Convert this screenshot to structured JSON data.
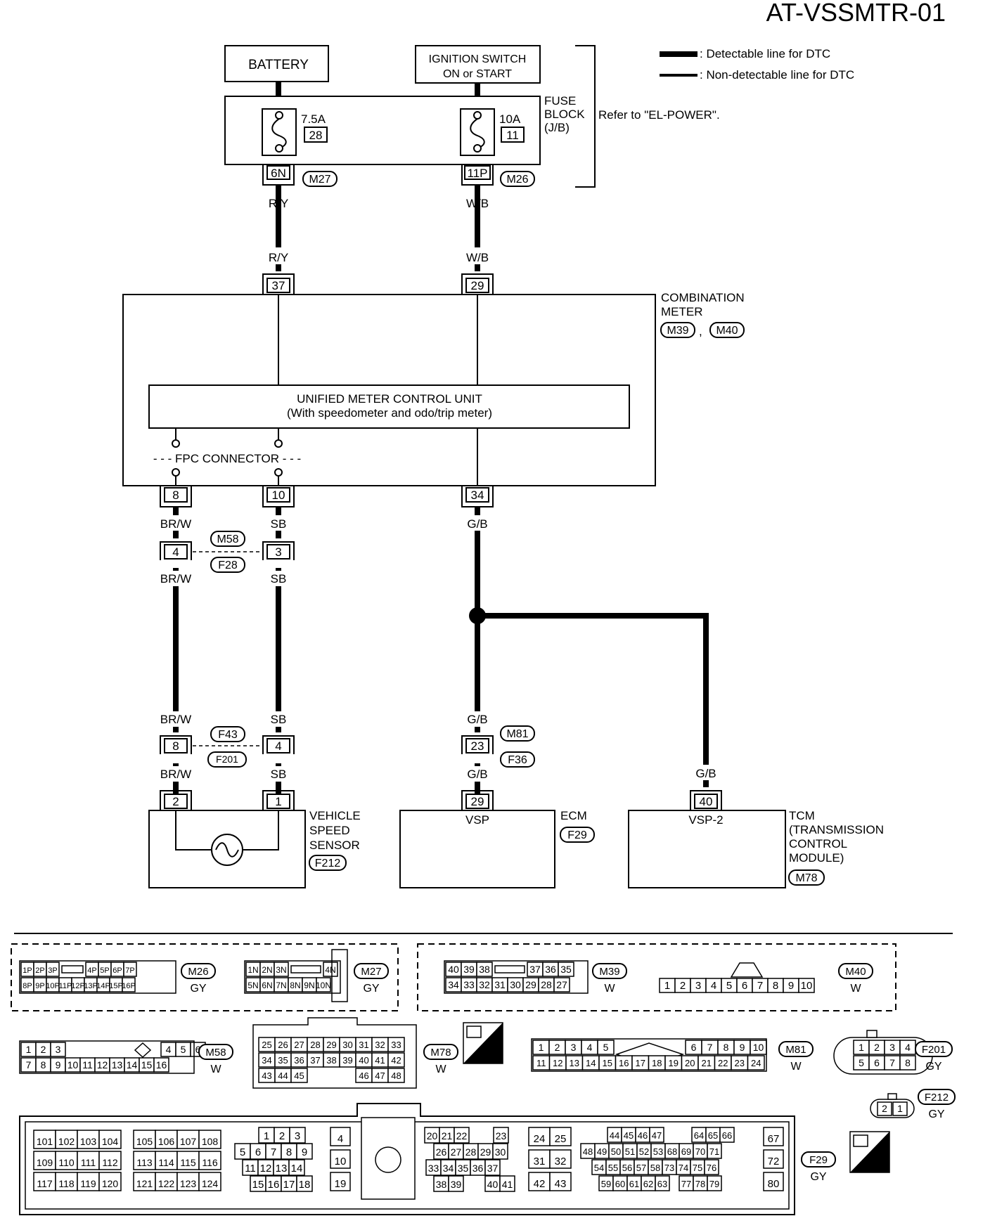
{
  "title": "AT-VSSMTR-01",
  "legend": {
    "detectable": ": Detectable line for DTC",
    "non_detectable": ": Non-detectable line for DTC"
  },
  "power": {
    "battery": "BATTERY",
    "ignition_line1": "IGNITION SWITCH",
    "ignition_line2": "ON or START"
  },
  "fuse_block": {
    "name_line1": "FUSE",
    "name_line2": "BLOCK",
    "name_line3": "(J/B)",
    "refer": "Refer to \"EL-POWER\".",
    "fuse_left_amp": "7.5A",
    "fuse_left_no": "28",
    "fuse_right_amp": "10A",
    "fuse_right_no": "11",
    "pin_left": "6N",
    "pin_right": "11P",
    "conn_left": "M27",
    "conn_right": "M26"
  },
  "wires": {
    "ry": "R/Y",
    "wb": "W/B",
    "brw": "BR/W",
    "sb": "SB",
    "gb": "G/B"
  },
  "combination_meter": {
    "name_line1": "COMBINATION",
    "name_line2": "METER",
    "conn1": "M39",
    "sep": ",",
    "conn2": "M40",
    "pin_37": "37",
    "pin_29": "29",
    "pin_8": "8",
    "pin_10": "10",
    "pin_34": "34",
    "unit_line1": "UNIFIED METER CONTROL UNIT",
    "unit_line2": "(With speedometer and odo/trip meter)",
    "fpc": "- - - FPC CONNECTOR - - -"
  },
  "junction_m58": {
    "pin_a": "4",
    "pin_b": "3",
    "conn1": "M58",
    "conn2": "F28"
  },
  "junction_f43": {
    "pin_a": "8",
    "pin_b": "4",
    "conn1": "F43",
    "conn2": "F201"
  },
  "junction_m81": {
    "pin": "23",
    "conn1": "M81",
    "conn2": "F36"
  },
  "vss": {
    "pin_a": "2",
    "pin_b": "1",
    "line1": "VEHICLE",
    "line2": "SPEED",
    "line3": "SENSOR",
    "conn": "F212"
  },
  "ecm": {
    "pin": "29",
    "label": "VSP",
    "name": "ECM",
    "conn": "F29"
  },
  "tcm": {
    "pin": "40",
    "label": "VSP-2",
    "line1": "TCM",
    "line2": "(TRANSMISSION",
    "line3": "CONTROL",
    "line4": "MODULE)",
    "conn": "M78"
  },
  "connectors": {
    "m26": {
      "name": "M26",
      "color": "GY",
      "row1": [
        "1P",
        "2P",
        "3P",
        "",
        "4P",
        "5P",
        "6P",
        "7P"
      ],
      "row2": [
        "8P",
        "9P",
        "10P",
        "11P",
        "12P",
        "13P",
        "14P",
        "15P",
        "16P"
      ]
    },
    "m27": {
      "name": "M27",
      "color": "GY",
      "row1": [
        "1N",
        "2N",
        "3N",
        "",
        "4N"
      ],
      "row2": [
        "5N",
        "6N",
        "7N",
        "8N",
        "9N",
        "10N"
      ]
    },
    "m39": {
      "name": "M39",
      "color": "W",
      "row1": [
        "40",
        "39",
        "38",
        "",
        "37",
        "36",
        "35"
      ],
      "row2": [
        "34",
        "33",
        "32",
        "31",
        "30",
        "29",
        "28",
        "27"
      ]
    },
    "m40": {
      "name": "M40",
      "color": "W",
      "row1": [
        "1",
        "2",
        "3",
        "4",
        "5",
        "6",
        "7",
        "8",
        "9",
        "10"
      ]
    },
    "m58": {
      "name": "M58",
      "color": "W",
      "row1": [
        "1",
        "2",
        "3",
        "",
        "4",
        "5",
        "6"
      ],
      "row2": [
        "7",
        "8",
        "9",
        "10",
        "11",
        "12",
        "13",
        "14",
        "15",
        "16"
      ]
    },
    "m78": {
      "name": "M78",
      "color": "W",
      "hs": "H.S.",
      "row1": [
        "25",
        "26",
        "27",
        "28",
        "29",
        "30",
        "31",
        "32",
        "33"
      ],
      "row2": [
        "34",
        "35",
        "36",
        "37",
        "38",
        "39",
        "40",
        "41",
        "42"
      ],
      "row3": [
        "43",
        "44",
        "45",
        "46",
        "47",
        "48"
      ]
    },
    "m81": {
      "name": "M81",
      "color": "W",
      "row1": [
        "1",
        "2",
        "3",
        "4",
        "5",
        "6",
        "7",
        "8",
        "9",
        "10"
      ],
      "row2": [
        "11",
        "12",
        "13",
        "14",
        "15",
        "16",
        "17",
        "18",
        "19",
        "20",
        "21",
        "22",
        "23",
        "24"
      ]
    },
    "f201": {
      "name": "F201",
      "color": "GY",
      "row1": [
        "1",
        "2",
        "3",
        "4"
      ],
      "row2": [
        "5",
        "6",
        "7",
        "8"
      ]
    },
    "f212": {
      "name": "F212",
      "color": "GY",
      "pins": [
        "2",
        "1"
      ]
    },
    "f29": {
      "name": "F29",
      "color": "GY",
      "hs": "H.S.",
      "b1": [
        [
          "101",
          "102",
          "103",
          "104"
        ],
        [
          "109",
          "110",
          "111",
          "112"
        ],
        [
          "117",
          "118",
          "119",
          "120"
        ]
      ],
      "b2": [
        [
          "105",
          "106",
          "107",
          "108"
        ],
        [
          "113",
          "114",
          "115",
          "116"
        ],
        [
          "121",
          "122",
          "123",
          "124"
        ]
      ],
      "b3": [
        [
          "1",
          "2",
          "3"
        ],
        [
          "5",
          "6",
          "7",
          "8",
          "9"
        ],
        [
          "11",
          "12",
          "13",
          "14"
        ],
        [
          "15",
          "16",
          "17",
          "18"
        ]
      ],
      "b4": [
        "4",
        "10",
        "19"
      ],
      "b5": [
        [
          "20",
          "21",
          "22",
          "23"
        ],
        [
          "26",
          "27",
          "28",
          "29",
          "30"
        ],
        [
          "33",
          "34",
          "35",
          "36",
          "37"
        ],
        [
          "38",
          "39",
          "40",
          "41"
        ]
      ],
      "b6": [
        [
          "24",
          "25"
        ],
        [
          "31",
          "32"
        ],
        [
          "42",
          "43"
        ]
      ],
      "b7": [
        [
          "44",
          "45",
          "46",
          "47",
          "64",
          "65",
          "66"
        ],
        [
          "48",
          "49",
          "50",
          "51",
          "52",
          "53",
          "68",
          "69",
          "70",
          "71"
        ],
        [
          "54",
          "55",
          "56",
          "57",
          "58",
          "73",
          "74",
          "75",
          "76"
        ],
        [
          "59",
          "60",
          "61",
          "62",
          "63",
          "77",
          "78",
          "79"
        ]
      ],
      "b8": [
        "67",
        "72",
        "80"
      ]
    }
  }
}
